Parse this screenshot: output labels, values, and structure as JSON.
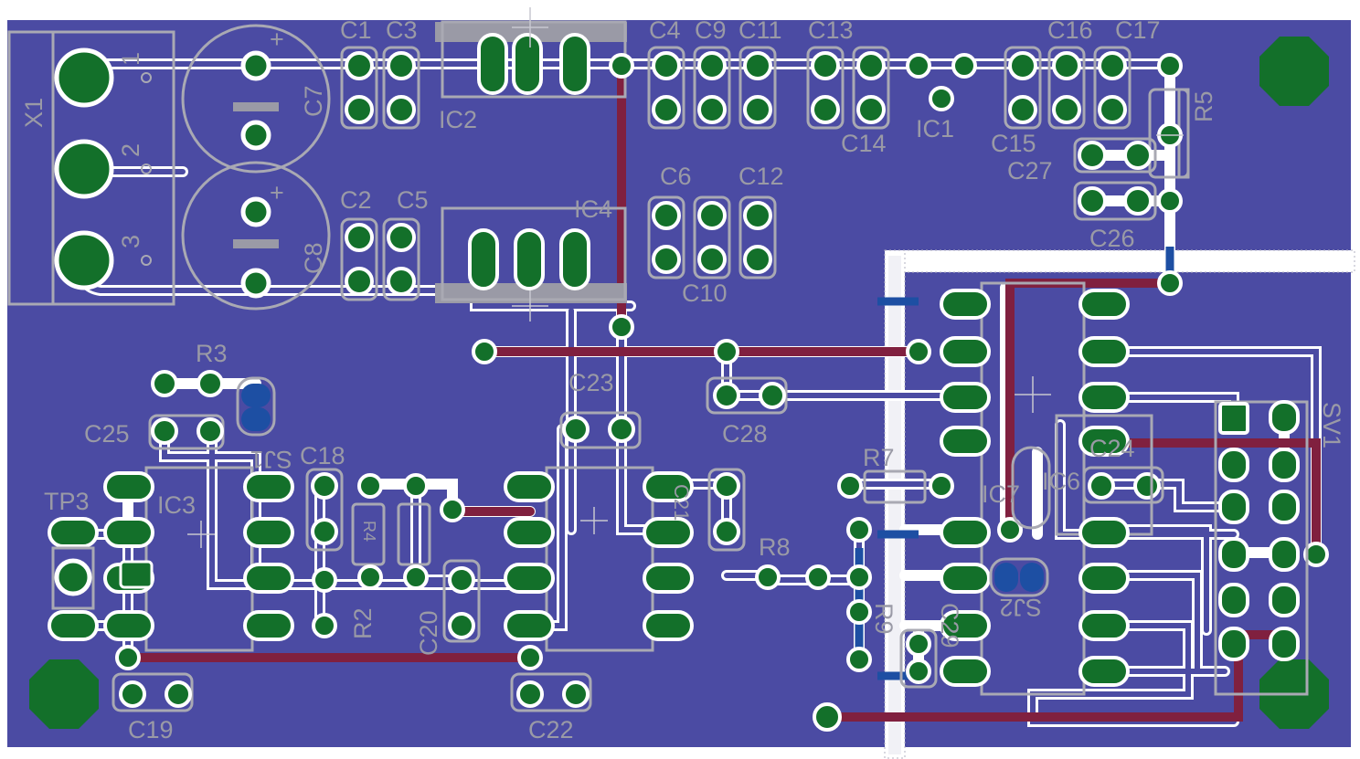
{
  "labels": {
    "x1": "X1",
    "x1_pins": [
      "1",
      "2",
      "3"
    ],
    "c1": "C1",
    "c3": "C3",
    "c4": "C4",
    "c9": "C9",
    "c11": "C11",
    "c13": "C13",
    "c16": "C16",
    "c17": "C17",
    "c7": "C7",
    "c8": "C8",
    "ic2": "IC2",
    "ic1": "IC1",
    "c14": "C14",
    "c15": "C15",
    "c27": "C27",
    "r5": "R5",
    "c26": "C26",
    "c6": "C6",
    "c12": "C12",
    "c2": "C2",
    "c5": "C5",
    "ic4": "IC4",
    "c10": "C10",
    "r3": "R3",
    "c25": "C25",
    "sj1": "SJ1",
    "c18": "C18",
    "tp3": "TP3",
    "ic3": "IC3",
    "c23": "C23",
    "c28": "C28",
    "r7": "R7",
    "c24": "C24",
    "ic7": "IC7",
    "ic6": "IC6",
    "sv1": "SV1",
    "r8": "R8",
    "c20": "C20",
    "r2": "R2",
    "r4": "R4",
    "c19": "C19",
    "c22": "C22",
    "sj2": "SJ2",
    "c21": "C21",
    "r9": "R9",
    "c29": "C29"
  },
  "colors": {
    "board": "#4b4ba3",
    "copper_bottom": "#80203f",
    "copper_top": "#1d4fa3",
    "pad": "#13702a",
    "silkscreen": "#a9a9b3",
    "keepout": "#ffffff"
  }
}
